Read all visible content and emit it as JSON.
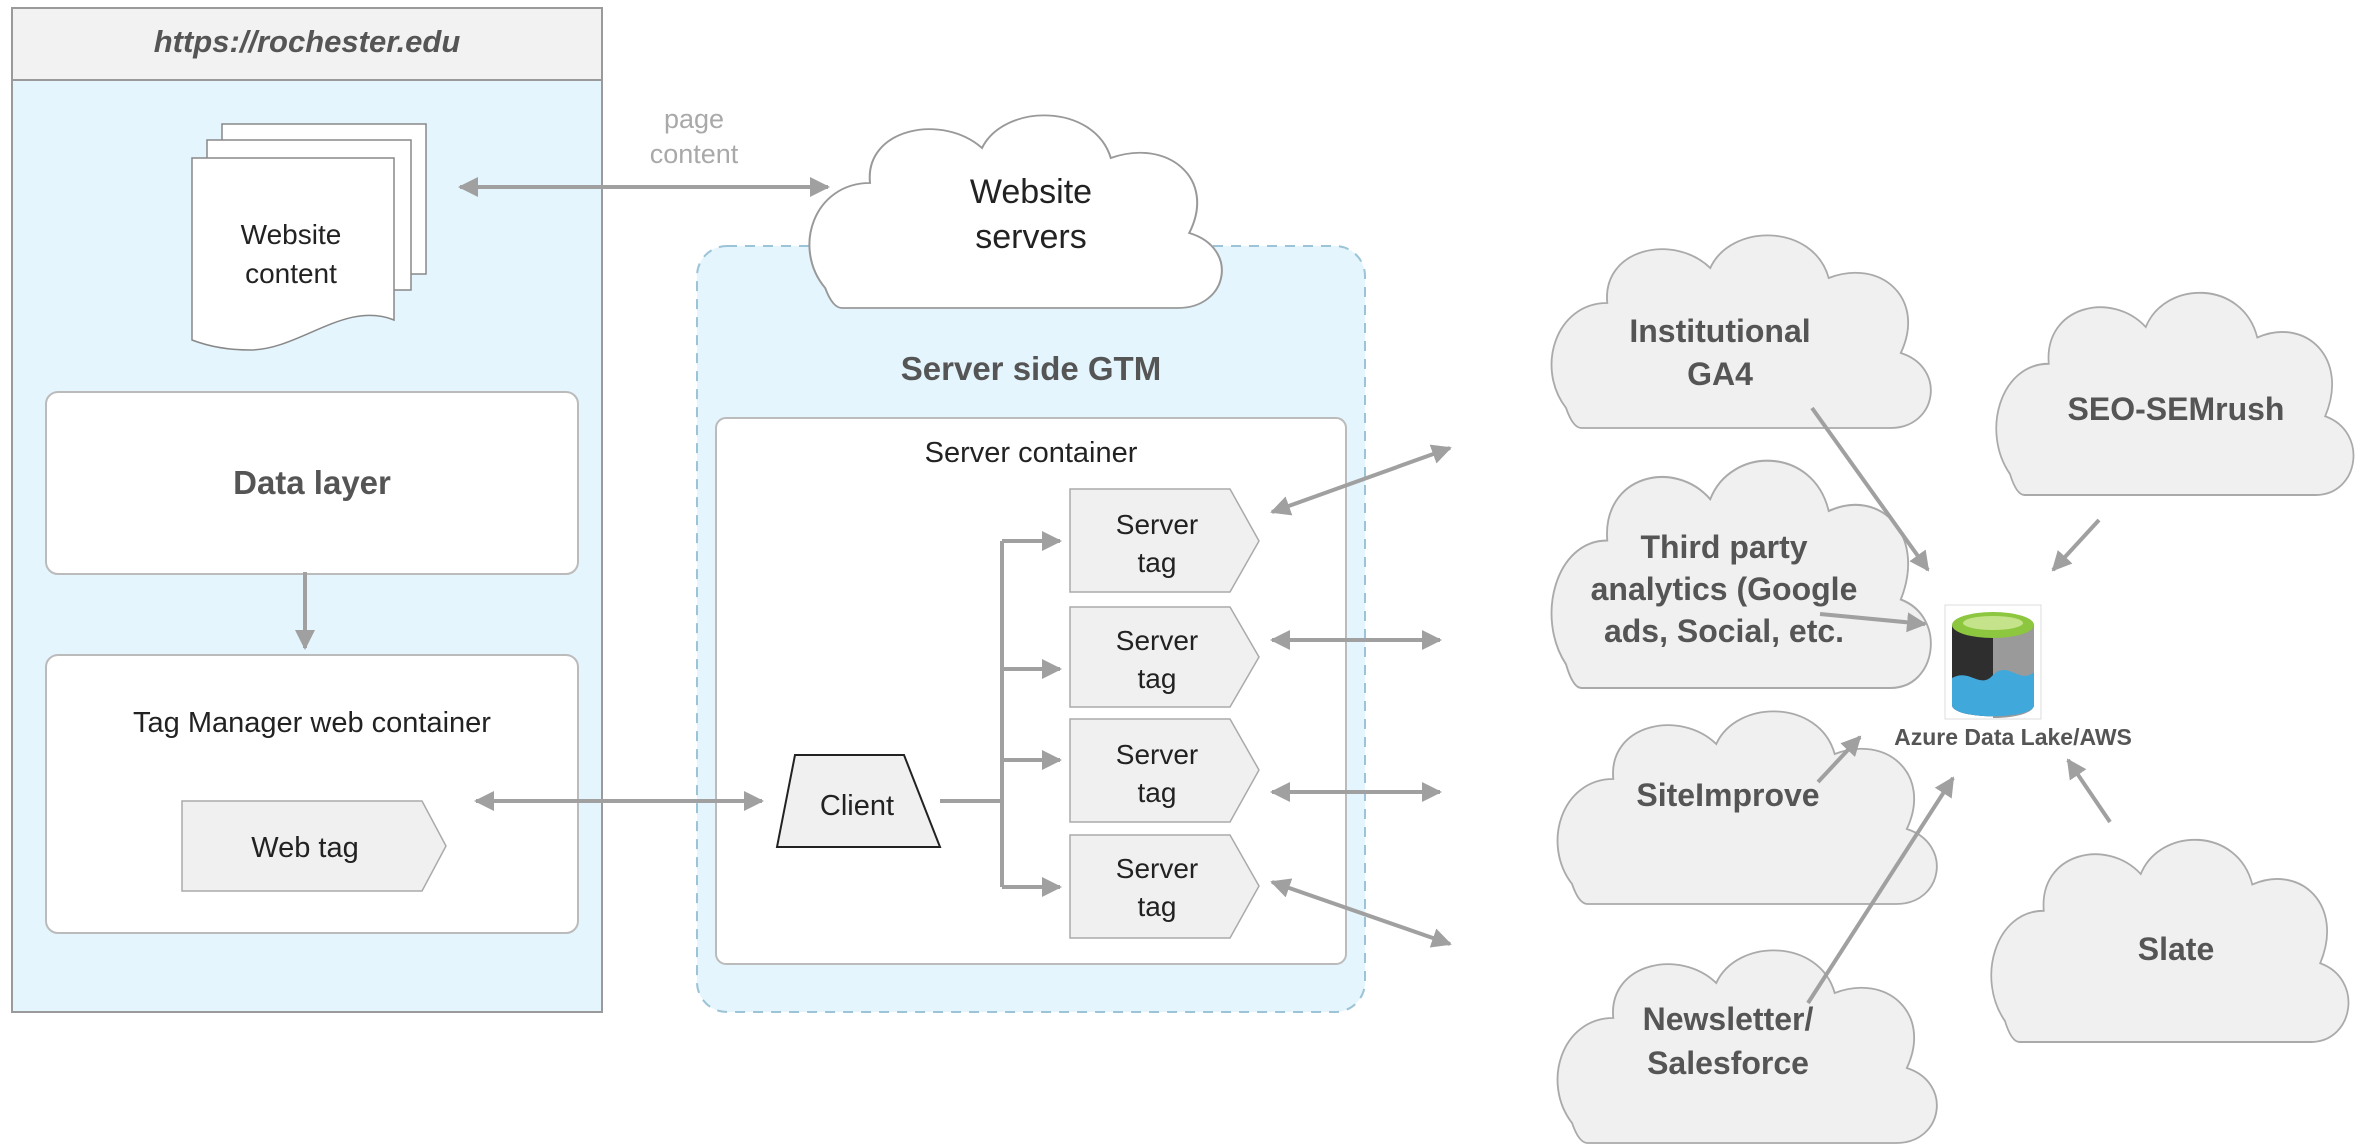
{
  "browser": {
    "url": "https://rochester.edu"
  },
  "website_content": {
    "line1": "Website",
    "line2": "content"
  },
  "data_layer": {
    "label": "Data layer"
  },
  "web_container": {
    "title": "Tag Manager web container",
    "web_tag": "Web tag"
  },
  "page_content_label": {
    "line1": "page",
    "line2": "content"
  },
  "website_servers": {
    "line1": "Website",
    "line2": "servers"
  },
  "server_side": {
    "title": "Server side GTM",
    "container_title": "Server container",
    "client": "Client",
    "tags": [
      {
        "line1": "Server",
        "line2": "tag"
      },
      {
        "line1": "Server",
        "line2": "tag"
      },
      {
        "line1": "Server",
        "line2": "tag"
      },
      {
        "line1": "Server",
        "line2": "tag"
      }
    ]
  },
  "destinations": {
    "ga4": {
      "line1": "Institutional",
      "line2": "GA4"
    },
    "third_party": {
      "line1": "Third party",
      "line2": "analytics (Google",
      "line3": "ads, Social, etc."
    },
    "siteimprove": {
      "line1": "SiteImprove"
    },
    "newsletter": {
      "line1": "Newsletter/",
      "line2": "Salesforce"
    },
    "seo": {
      "line1": "SEO-SEMrush"
    },
    "slate": {
      "line1": "Slate"
    }
  },
  "data_lake": {
    "label": "Azure Data Lake/AWS"
  },
  "colors": {
    "panel_fill": "#e4f5fd",
    "cloud_fill": "#f0f0f0",
    "arrow": "#a0a0a0",
    "bucket_top": "#8dc63f",
    "bucket_blue": "#41a8dc",
    "bucket_dark": "#2e2e2e"
  }
}
